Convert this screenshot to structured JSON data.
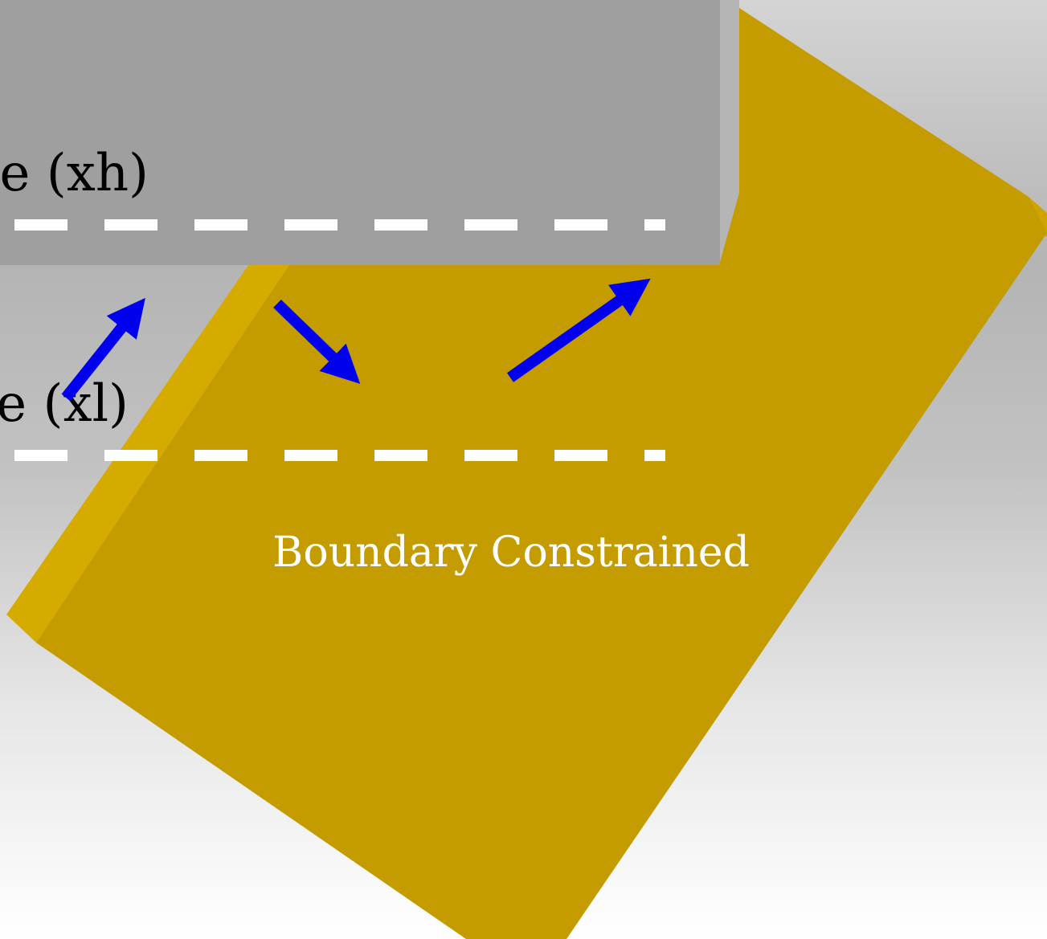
{
  "labels": {
    "upper_bound": "e (xh)",
    "lower_bound": "e (xl)",
    "region": "Boundary Constrained"
  },
  "colors": {
    "block_face": "#c49c00",
    "block_edge": "#d6ab00",
    "panel": "#9f9f9f",
    "panel_edge": "#b5b5b5",
    "dash": "#ffffff",
    "arrow": "#0000ee",
    "dark_text": "#000000",
    "light_text": "#ffffff"
  }
}
